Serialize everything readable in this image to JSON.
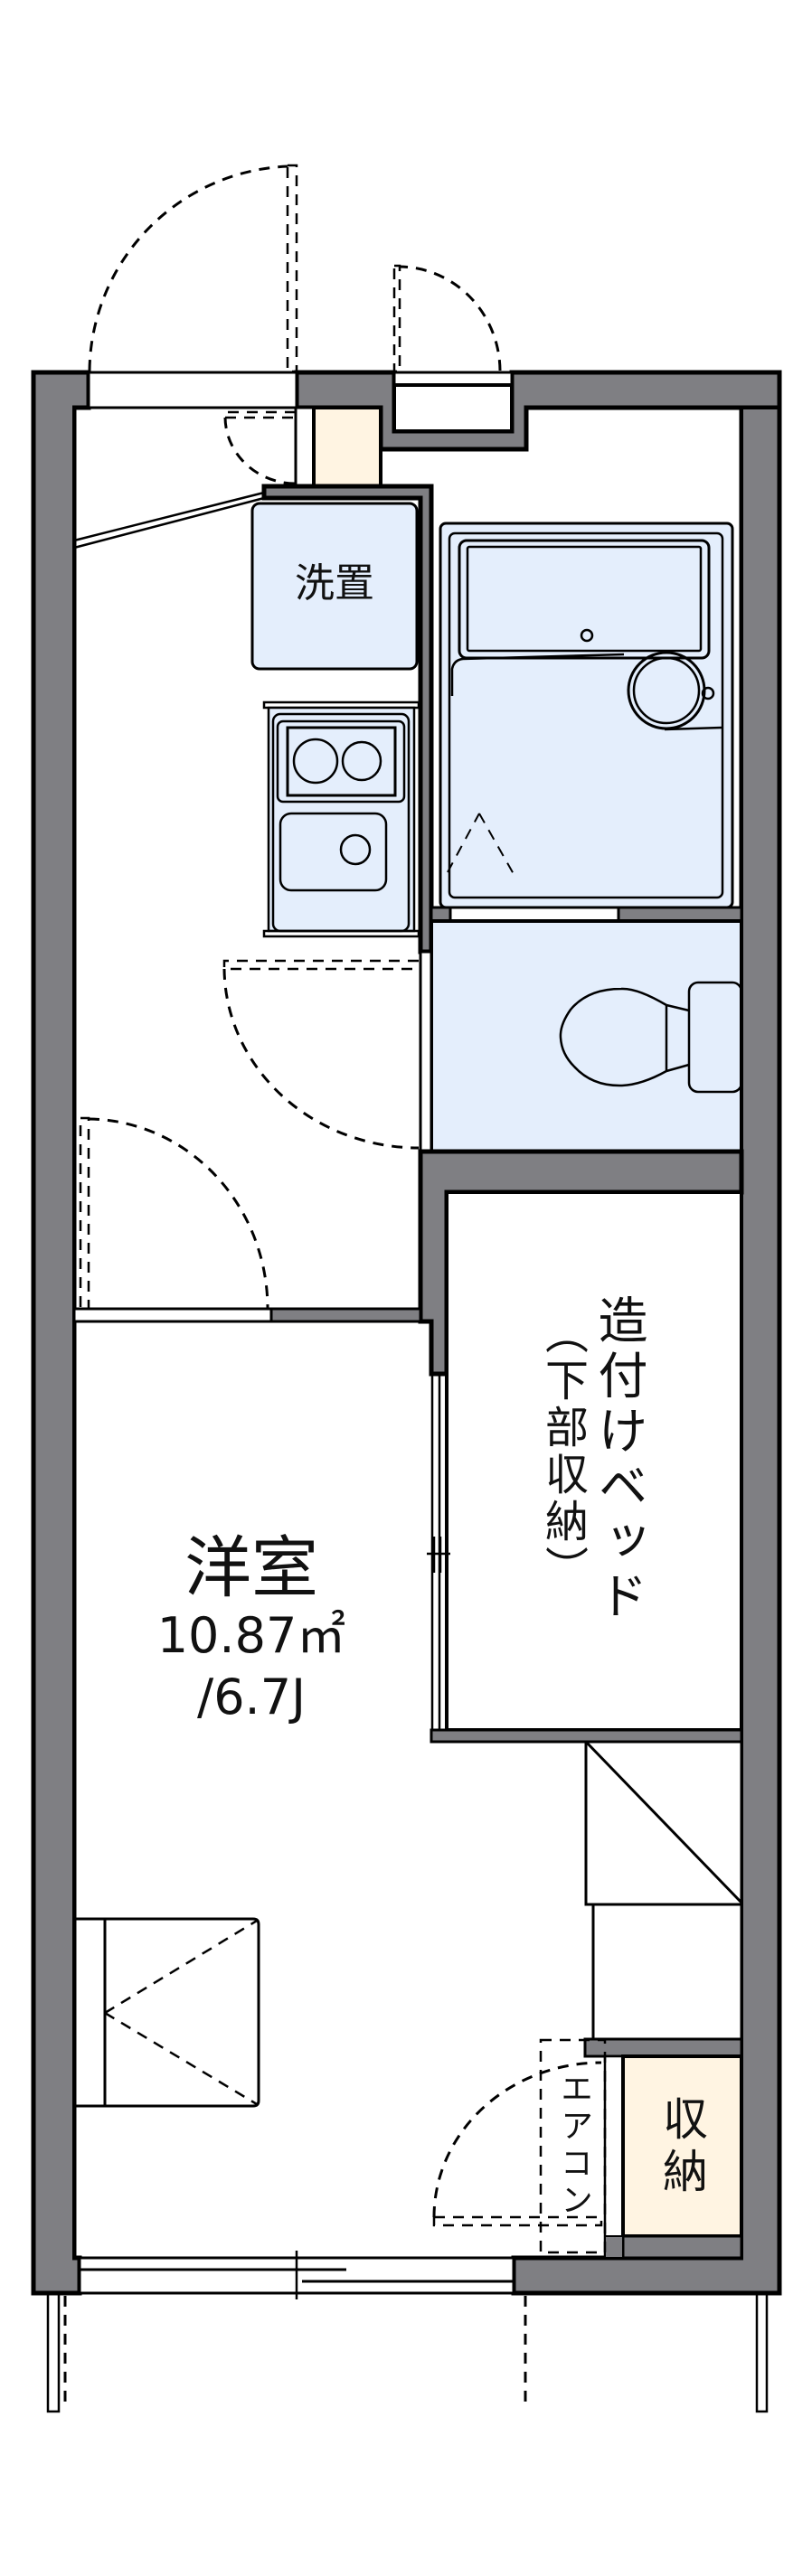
{
  "floorplan": {
    "colors": {
      "wall": "#7f7f83",
      "wet_area": "#e4eefc",
      "storage": "#fff4e2",
      "line": "#000000",
      "background": "#ffffff"
    },
    "rooms": {
      "washer": {
        "label": "洗置"
      },
      "western_room": {
        "label": "洋室",
        "area": "10.87㎡",
        "tatami": "/6.7J"
      },
      "built_in_bed": {
        "label": "造付けベッド",
        "sub_label": "（下部収納）"
      },
      "aircon": {
        "label": "エアコン"
      },
      "storage": {
        "label": "収納"
      }
    }
  }
}
